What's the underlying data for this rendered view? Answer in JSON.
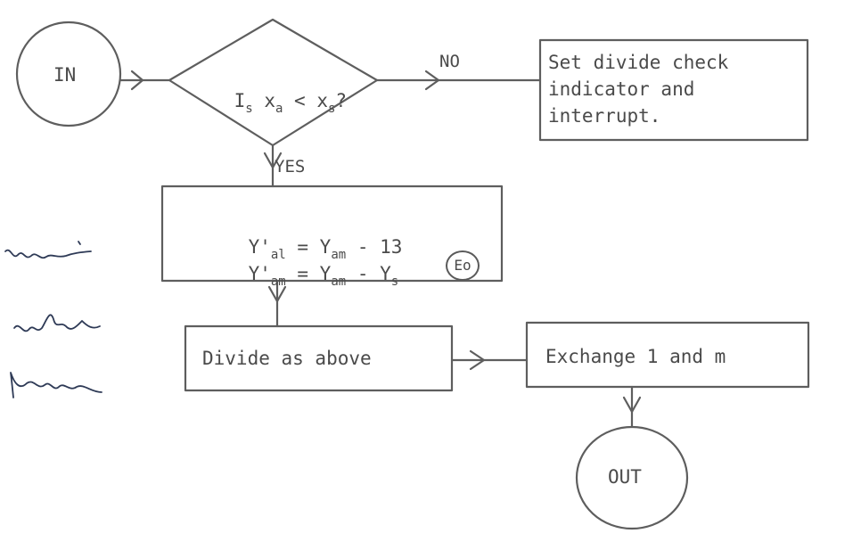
{
  "diagram": {
    "nodes": {
      "in": "IN",
      "out": "OUT",
      "set_divide_check": [
        "Set divide check",
        "indicator and",
        "interrupt."
      ],
      "divide": "Divide as above",
      "exchange": "Exchange 1 and m",
      "connector": "Eo"
    },
    "decision": {
      "prefix": "I",
      "prefix_sub": "s",
      "var": " x",
      "var_sub": "a",
      "op": " < x",
      "rhs_sub": "s",
      "suffix": "?"
    },
    "assign": {
      "line1": {
        "lhs": "Y'",
        "lhs_sub": "al",
        "mid": " = Y",
        "mid_sub": "am",
        "rhs": " - 13"
      },
      "line2": {
        "lhs": "Y'",
        "lhs_sub": "am",
        "mid": " = Y",
        "mid_sub": "am",
        "rhs": " - Y",
        "rhs_sub": "s"
      }
    },
    "edges": {
      "no": "NO",
      "yes": "YES"
    }
  }
}
